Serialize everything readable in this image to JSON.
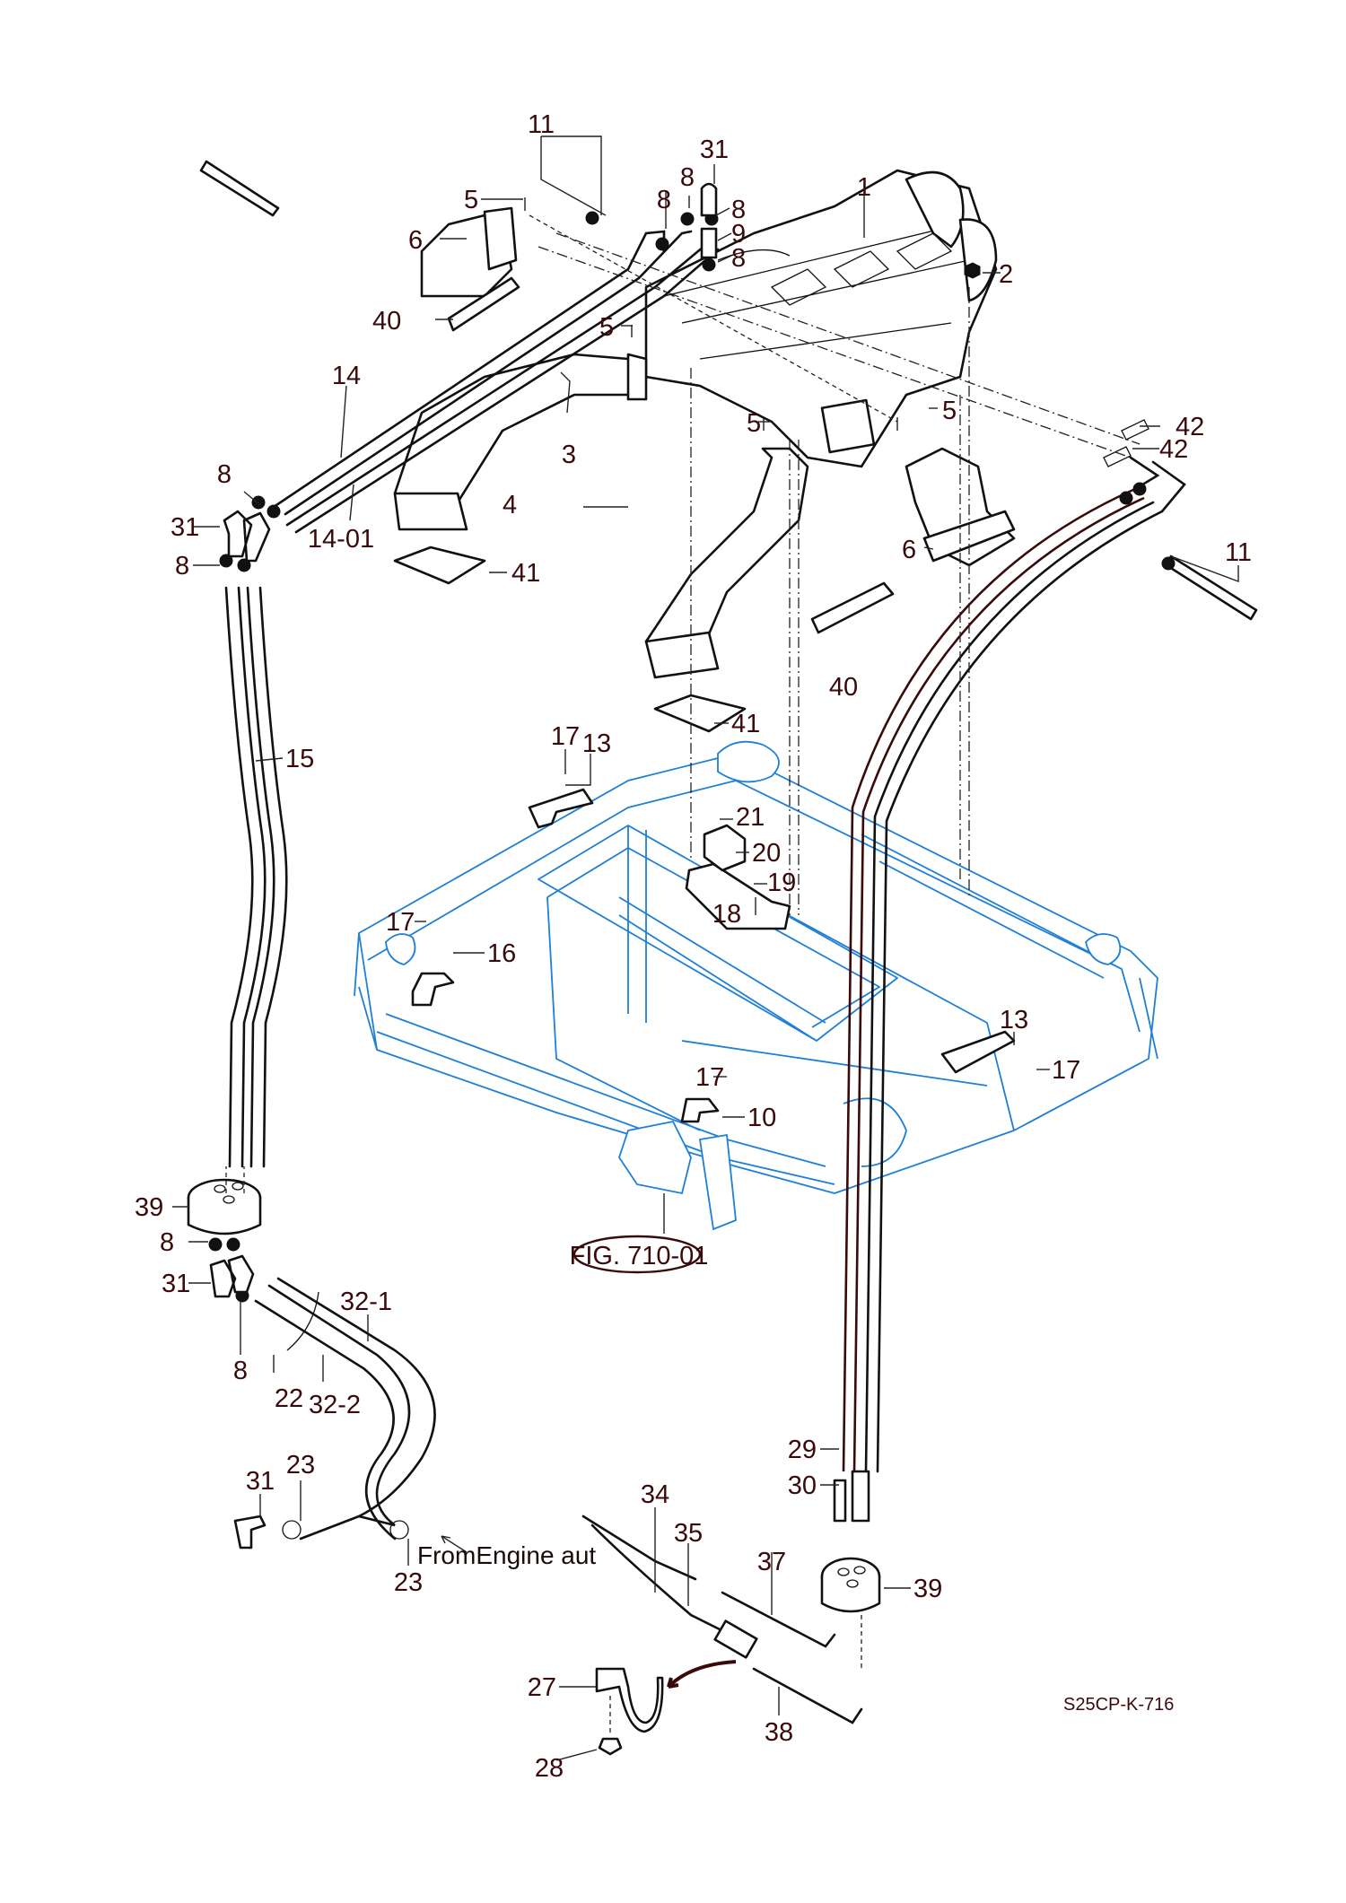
{
  "drawing": {
    "code": "S25CP-K-716",
    "figure_reference": "FIG. 710-01",
    "annotation": "FromEngine aut",
    "colors": {
      "parts_line": "#111111",
      "label_text": "#3a0a0a",
      "frame_line": "#1e7fd6"
    }
  },
  "callouts": {
    "c1": "1",
    "c2": "2",
    "c3": "3",
    "c4": "4",
    "c5a": "5",
    "c5b": "5",
    "c5c": "5",
    "c5d": "5",
    "c6a": "6",
    "c6b": "6",
    "c8a": "8",
    "c8b": "8",
    "c8c": "8",
    "c8d": "8",
    "c8e": "8",
    "c8f": "8",
    "c8g": "8",
    "c8h": "8",
    "c9": "9",
    "c10": "10",
    "c11a": "11",
    "c11b": "11",
    "c13a": "13",
    "c13b": "13",
    "c14": "14",
    "c14_01": "14-01",
    "c15": "15",
    "c16": "16",
    "c17a": "17",
    "c17b": "17",
    "c17c": "17",
    "c17d": "17",
    "c18": "18",
    "c19": "19",
    "c20": "20",
    "c21": "21",
    "c22": "22",
    "c23a": "23",
    "c23b": "23",
    "c27": "27",
    "c28": "28",
    "c29": "29",
    "c30": "30",
    "c31a": "31",
    "c31b": "31",
    "c31c": "31",
    "c31d": "31",
    "c32_1": "32-1",
    "c32_2": "32-2",
    "c34": "34",
    "c35": "35",
    "c37": "37",
    "c38": "38",
    "c39a": "39",
    "c39b": "39",
    "c40a": "40",
    "c40b": "40",
    "c41a": "41",
    "c41b": "41",
    "c42a": "42",
    "c42b": "42"
  }
}
